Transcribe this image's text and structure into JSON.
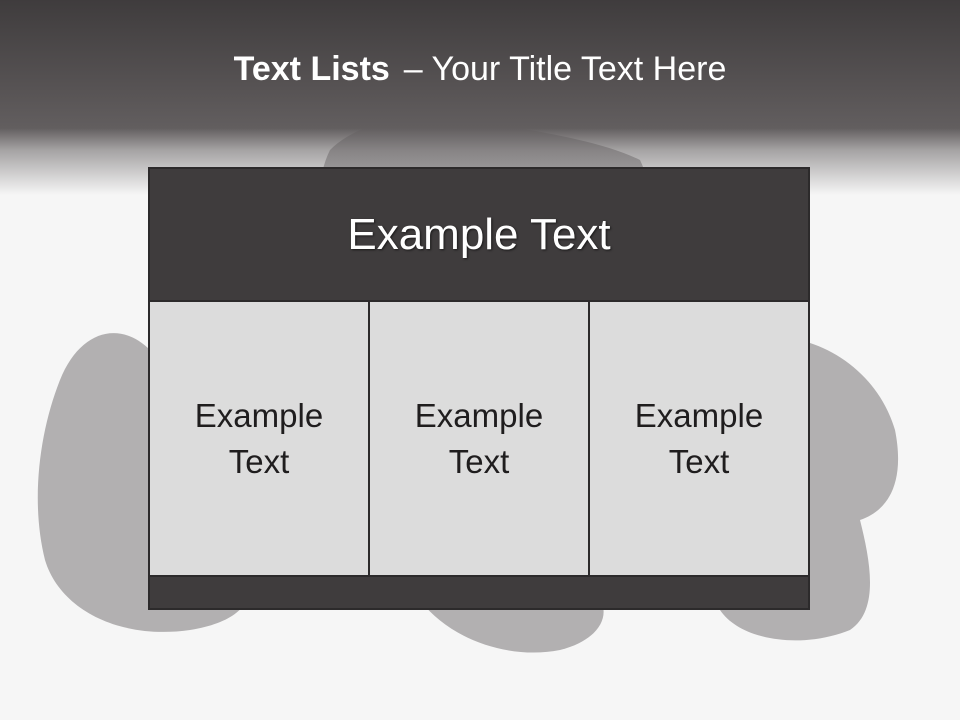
{
  "slide": {
    "title_bold": "Text Lists",
    "title_rest": "– Your Title Text Here"
  },
  "table": {
    "header": "Example Text",
    "cells": [
      "Example Text",
      "Example Text",
      "Example Text"
    ]
  },
  "colors": {
    "dark": "#3f3c3d",
    "cell_fill": "#dcdcdc",
    "background": "#f6f6f6"
  }
}
